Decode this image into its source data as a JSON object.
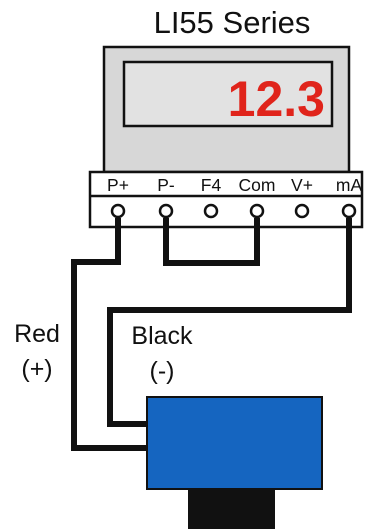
{
  "title": "LI55 Series",
  "display": {
    "reading": "12.3",
    "digit_color": "#e0241b",
    "bezel_color": "#d7d7d7",
    "screen_color": "#e2e2e2"
  },
  "terminals": [
    {
      "label": "P+"
    },
    {
      "label": "P-"
    },
    {
      "label": "F4"
    },
    {
      "label": "Com"
    },
    {
      "label": "V+"
    },
    {
      "label": "mA"
    }
  ],
  "wires": {
    "red_label": "Red",
    "red_polarity": "(+)",
    "black_label": "Black",
    "black_polarity": "(-)"
  },
  "transmitter": {
    "body_color": "#1565c0",
    "base_color": "#111111"
  }
}
